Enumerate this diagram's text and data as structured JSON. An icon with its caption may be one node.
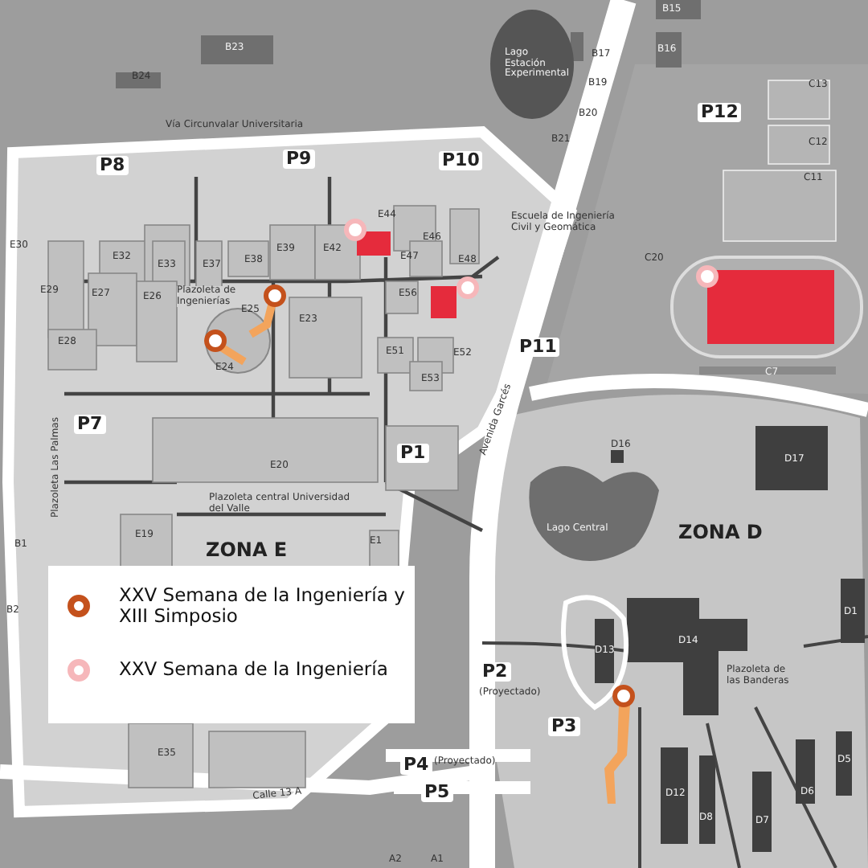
{
  "diagram": {
    "labels": [
      "B24",
      "B23",
      "Lago Estación Experimental",
      "B19",
      "B17",
      "B16",
      "B15",
      "B20",
      "B21",
      "C13",
      "C12",
      "C11",
      "Vía Circunvalar Universitaria",
      "P8",
      "P9",
      "P10",
      "P12",
      "Escuela de Ingeniería Civil y Geomática",
      "E44",
      "E30",
      "E32",
      "E33",
      "E37",
      "E38",
      "E39",
      "E42",
      "E46",
      "E47",
      "E48",
      "E29",
      "E27",
      "E26",
      "Plazoleta de Ingenierías",
      "E25",
      "E23",
      "E56",
      "E51",
      "E52",
      "E53",
      "E28",
      "E24",
      "C20",
      "C7",
      "P11",
      "Avenida Garcés",
      "P7",
      "E20",
      "D16",
      "D17",
      "P1",
      "Plazoleta central Universidad del Valle",
      "E1",
      "Lago Central",
      "ZONA D",
      "E19",
      "ZONA E",
      "Plazoleta Las Palmas",
      "B1",
      "B2",
      "D13",
      "D14",
      "Plazoleta de las Banderas",
      "D1",
      "P2",
      "(Proyectado)",
      "P3",
      "P4",
      "(Proyectado)",
      "P5",
      "E35",
      "Calle 13 A",
      "A2",
      "A1",
      "D12",
      "D8",
      "D7",
      "D6",
      "D5"
    ],
    "legend": [
      {
        "text": "XXV Semana de la Ingeniería y XIII Simposio"
      },
      {
        "text": "XXV Semana de la Ingeniería"
      }
    ]
  }
}
